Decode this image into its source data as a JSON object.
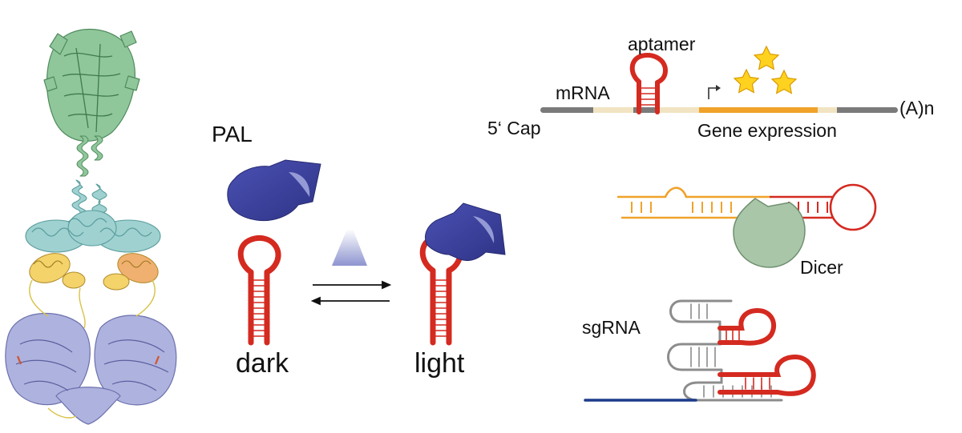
{
  "labels": {
    "pal": "PAL",
    "dark": "dark",
    "light": "light",
    "aptamer": "aptamer",
    "mrna": "mRNA",
    "cap": "5‘ Cap",
    "polya": "(A)n",
    "gene_expression": "Gene expression",
    "dicer": "Dicer",
    "sgrna": "sgRNA"
  },
  "colors": {
    "rna_red": "#d42a20",
    "pal_blue": "#3f44a3",
    "mrna_gray": "#7a7a7a",
    "mrna_beige": "#f1e4c2",
    "orange": "#f0a22b",
    "dicer_green": "#a9c6a9",
    "sgrna_gray": "#8c8c8c",
    "dna_blue": "#1c3b8a",
    "star_yellow": "#ffd21f",
    "protein_green": "#8fc79b",
    "protein_cyan": "#9fd1d1",
    "protein_yellow": "#f3d36a",
    "protein_orange": "#f0b070",
    "protein_violet": "#aeb2de"
  },
  "icons": [
    "protein-structure-icon",
    "pal-protein-icon",
    "light-beam-icon",
    "equilibrium-arrows-icon",
    "aptamer-hairpin-icon",
    "star-icon",
    "transcription-arrow-icon",
    "dicer-icon"
  ]
}
